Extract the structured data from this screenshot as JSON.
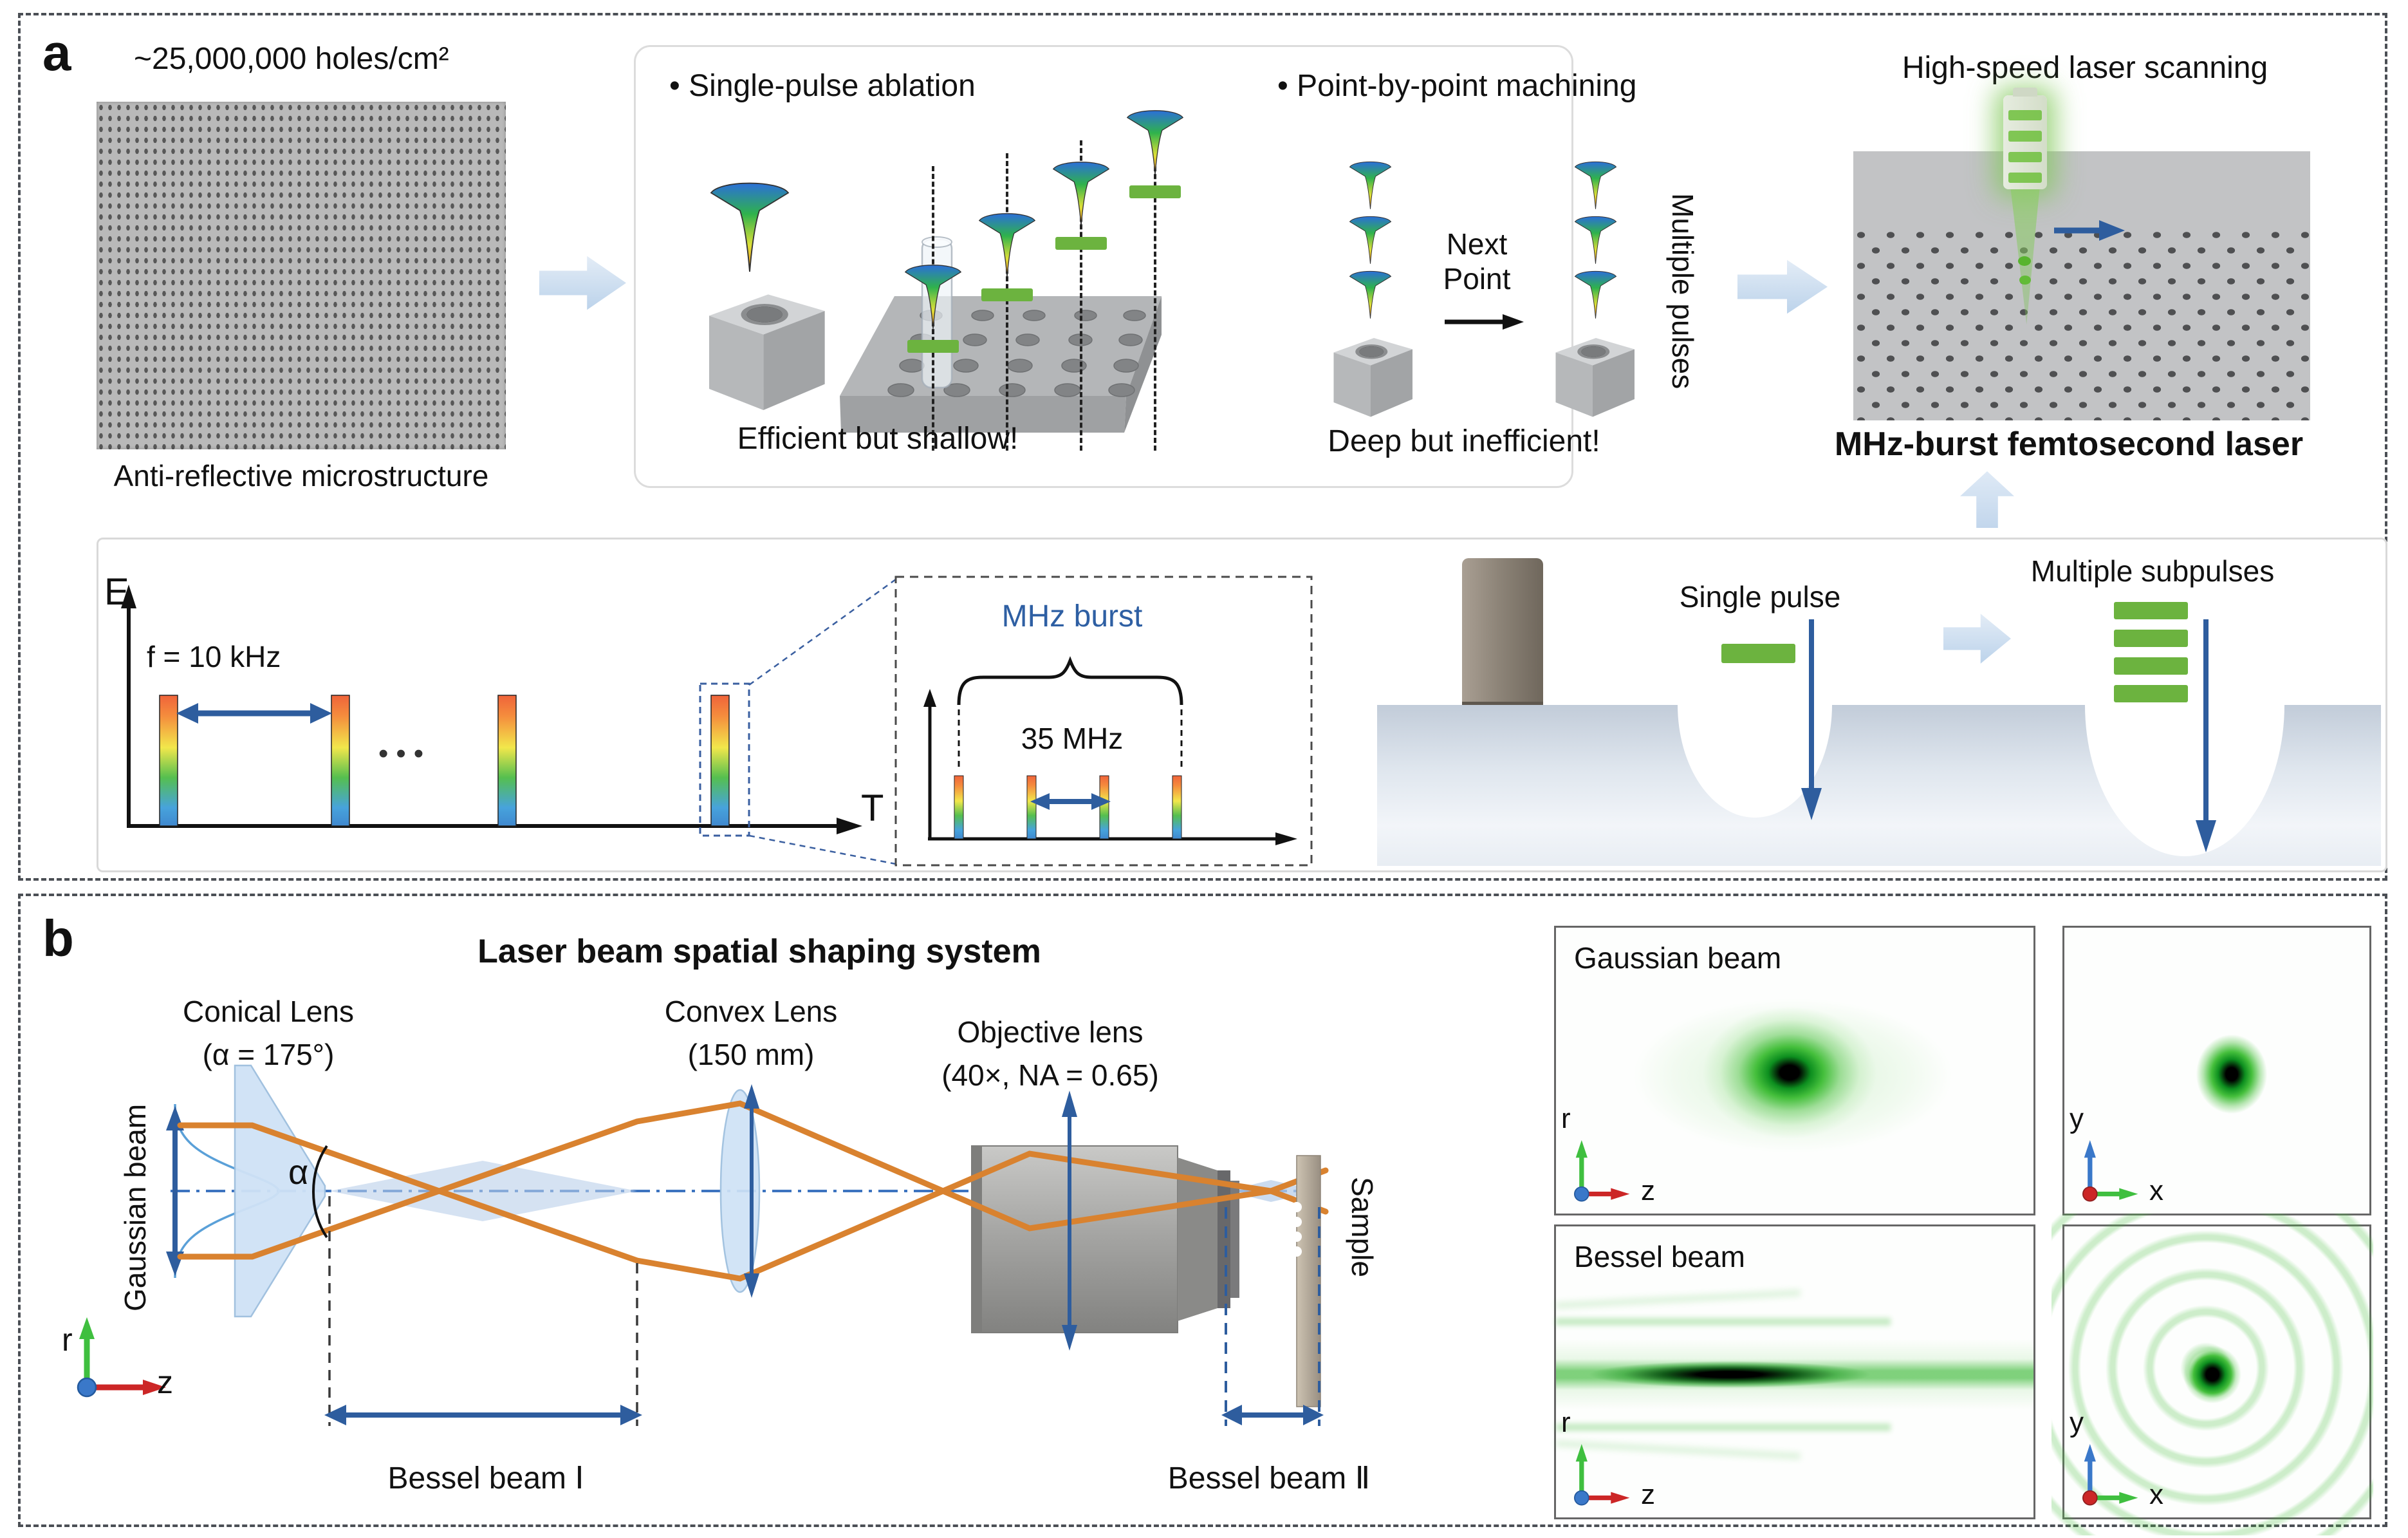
{
  "figure": {
    "panel_a": {
      "label": "a",
      "density": "~25,000,000 holes/cm²",
      "microstructure_caption": "Anti-reflective microstructure",
      "ablation": {
        "title": "•  Single-pulse ablation",
        "caption": "Efficient but shallow!"
      },
      "machining": {
        "title": "•  Point-by-point machining",
        "next_point_line1": "Next",
        "next_point_line2": "Point",
        "side_label": "Multiple pulses",
        "caption": "Deep but inefficient!"
      },
      "scanning": {
        "title": "High-speed laser scanning",
        "caption": "MHz-burst femtosecond laser"
      },
      "pulse_train": {
        "y_axis": "E",
        "x_axis": "T",
        "rep_rate": "f = 10 kHz",
        "ellipsis": "•••",
        "burst_label": "MHz burst",
        "burst_rate": "35 MHz"
      },
      "burst_modes": {
        "single": "Single pulse",
        "multiple": "Multiple subpulses"
      }
    },
    "panel_b": {
      "label": "b",
      "title": "Laser beam spatial shaping system",
      "conical_lens_line1": "Conical Lens",
      "conical_lens_line2": "(α = 175°)",
      "convex_lens_line1": "Convex Lens",
      "convex_lens_line2": "(150 mm)",
      "objective_line1": "Objective lens",
      "objective_line2": "(40×, NA = 0.65)",
      "input_beam": "Gaussian beam",
      "alpha": "α",
      "sample": "Sample",
      "bessel_region1": "Bessel beam Ⅰ",
      "bessel_region2": "Bessel beam Ⅱ",
      "profiles": {
        "gaussian": "Gaussian beam",
        "bessel": "Bessel beam"
      },
      "axes": {
        "r": "r",
        "z": "z",
        "y": "y",
        "x": "x"
      }
    },
    "colors": {
      "accent_blue": "#2e5d9e",
      "beam_orange": "#d9822f",
      "laser_green": "#6cb33f",
      "burst_text_blue": "#2e5fa3",
      "axis_green": "#3fbf3f",
      "axis_red": "#cc2626",
      "axis_blue": "#3a78c9"
    }
  }
}
